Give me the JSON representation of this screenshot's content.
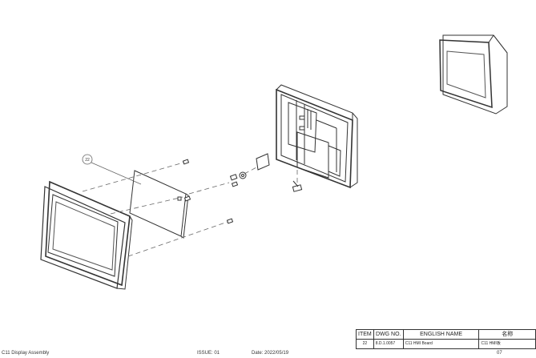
{
  "callout": {
    "label": "22"
  },
  "bom": {
    "headers": [
      "ITEM",
      "DWG NO.",
      "ENGLISH NAME",
      "名称"
    ],
    "rows": [
      {
        "item": "22",
        "dwg_no": "8.D.1.0057",
        "english_name": "C11 HMI Board",
        "name_cn": "C11 HMI板"
      }
    ]
  },
  "footer": {
    "title": "C11 Display Assembly",
    "issue": "ISSUE: 01",
    "date": "Date: 2022/05/19",
    "page": "07"
  },
  "colors": {
    "line": "#333333",
    "screen": "#555555",
    "leader": "#666666"
  }
}
